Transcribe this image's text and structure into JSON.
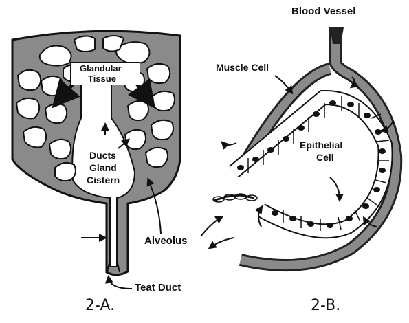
{
  "labels": {
    "blood_vessel": "Blood Vessel",
    "muscle_cell": "Muscle Cell",
    "glandular_line1": "Glandular",
    "glandular_line2": "Tissue",
    "ducts_line1": "Ducts",
    "ducts_line2": "Gland",
    "ducts_line3": "Cistern",
    "epithelial_line1": "Epithelial",
    "epithelial_line2": "Cell",
    "alveolus": "Alveolus",
    "teat_duct": "Teat Duct"
  },
  "captions": {
    "left": "2-A.",
    "right": "2-B."
  },
  "colors": {
    "tissue": "#8a8a8a",
    "outline": "#111111",
    "background": "#ffffff",
    "cell_fill": "#ffffff",
    "nucleus": "#111111"
  }
}
